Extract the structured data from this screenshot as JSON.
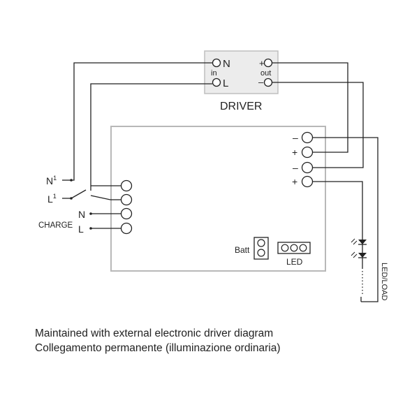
{
  "driver": {
    "name": "DRIVER",
    "in_label": "in",
    "out_label": "out",
    "in_terminals": [
      "N",
      "L"
    ],
    "out_terminals": [
      "+",
      "–"
    ]
  },
  "module": {
    "output_polarities": [
      "–",
      "+",
      "–",
      "+"
    ],
    "batt_label": "Batt",
    "led_label": "LED"
  },
  "mains": {
    "n1_label": "N",
    "l1_label": "L",
    "superscript": "1"
  },
  "charge": {
    "label": "CHARGE",
    "n_label": "N",
    "l_label": "L"
  },
  "load": {
    "label": "LED/LOAD"
  },
  "caption": {
    "line1": "Maintained with external electronic driver diagram",
    "line2": "Collegamento permanente (illuminazione ordinaria)"
  }
}
